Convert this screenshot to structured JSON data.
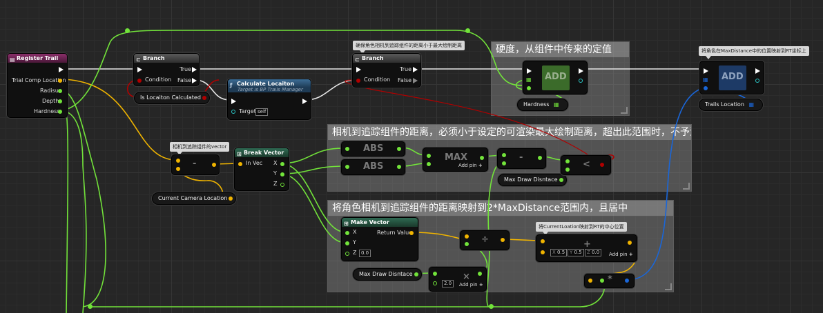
{
  "comments": {
    "hardness": "硬度，从组件中传来的定值",
    "distance": "相机到追踪组件的距离，必须小于设定的可渲染最大绘制距离，超出此范围时，不予渲染",
    "map": "将角色相机到追踪组件的距离映射到2*MaxDistance范围内，且居中"
  },
  "tooltips": {
    "branch2": "确保角色相机到追踪组件的距离小于最大绘制距离",
    "vector": "相机到追踪组件的vector",
    "rt": "将角色在MaxDistance中的位置映射到RT坐标上",
    "center": "将CurrentLoation映射到RT的中心位置"
  },
  "register": {
    "title": "Register Trail",
    "pins": [
      "Trial Comp Location",
      "Radisu",
      "Depth",
      "Hardness"
    ]
  },
  "branch1": {
    "title": "Branch",
    "condition": "Condition",
    "true_label": "True",
    "false_label": "False"
  },
  "branch2": {
    "title": "Branch",
    "condition": "Condition",
    "true_label": "True",
    "false_label": "False"
  },
  "is_calculated": {
    "label": "Is Locaiton Calculated"
  },
  "calc": {
    "title": "Calculate Locaiton",
    "subtitle": "Target is BP Trails Manager",
    "target": "Target",
    "target_value": "self"
  },
  "add_hardness": {
    "title": "ADD"
  },
  "hardness_var": {
    "label": "Hardness"
  },
  "add_rt": {
    "title": "ADD"
  },
  "trails_var": {
    "label": "Trails Location"
  },
  "subtract1": {
    "symbol": "-"
  },
  "current_cam": {
    "label": "Current Camera Location"
  },
  "break_vec": {
    "title": "Break Vector",
    "in": "In Vec",
    "x": "X",
    "y": "Y",
    "z": "Z"
  },
  "abs1": {
    "title": "ABS"
  },
  "abs2": {
    "title": "ABS"
  },
  "max": {
    "title": "MAX",
    "add_pin": "Add pin"
  },
  "minus2": {
    "symbol": "-"
  },
  "less": {
    "symbol": "<"
  },
  "max_draw1": {
    "label": "Max Draw Disntace"
  },
  "make_vec": {
    "title": "Make Vector",
    "x": "X",
    "y": "Y",
    "z": "Z",
    "z_value": "0.0",
    "ret": "Return Value"
  },
  "divide": {
    "symbol": "÷"
  },
  "max_draw2": {
    "label": "Max Draw Disntace"
  },
  "multiply": {
    "symbol": "×",
    "value": "2.0",
    "add_pin": "Add pin"
  },
  "add_center": {
    "symbol": "+",
    "x": "X",
    "x_value": "0.5",
    "y": "Y",
    "y_value": "0.5",
    "z": "Z",
    "z_value": "0.0",
    "add_pin": "Add pin"
  },
  "mult2": {
    "symbol": "*"
  },
  "colors": {
    "exec": "#ffffff",
    "vector": "#f0b400",
    "float": "#72e33a",
    "bool": "#b00000",
    "struct": "#1a66d8",
    "object": "#2bc9c9",
    "event_header": "#7a1e5a",
    "branch_header": "#3b3b3b",
    "function_header": "#2f5678",
    "break_header": "#2a5a44"
  }
}
